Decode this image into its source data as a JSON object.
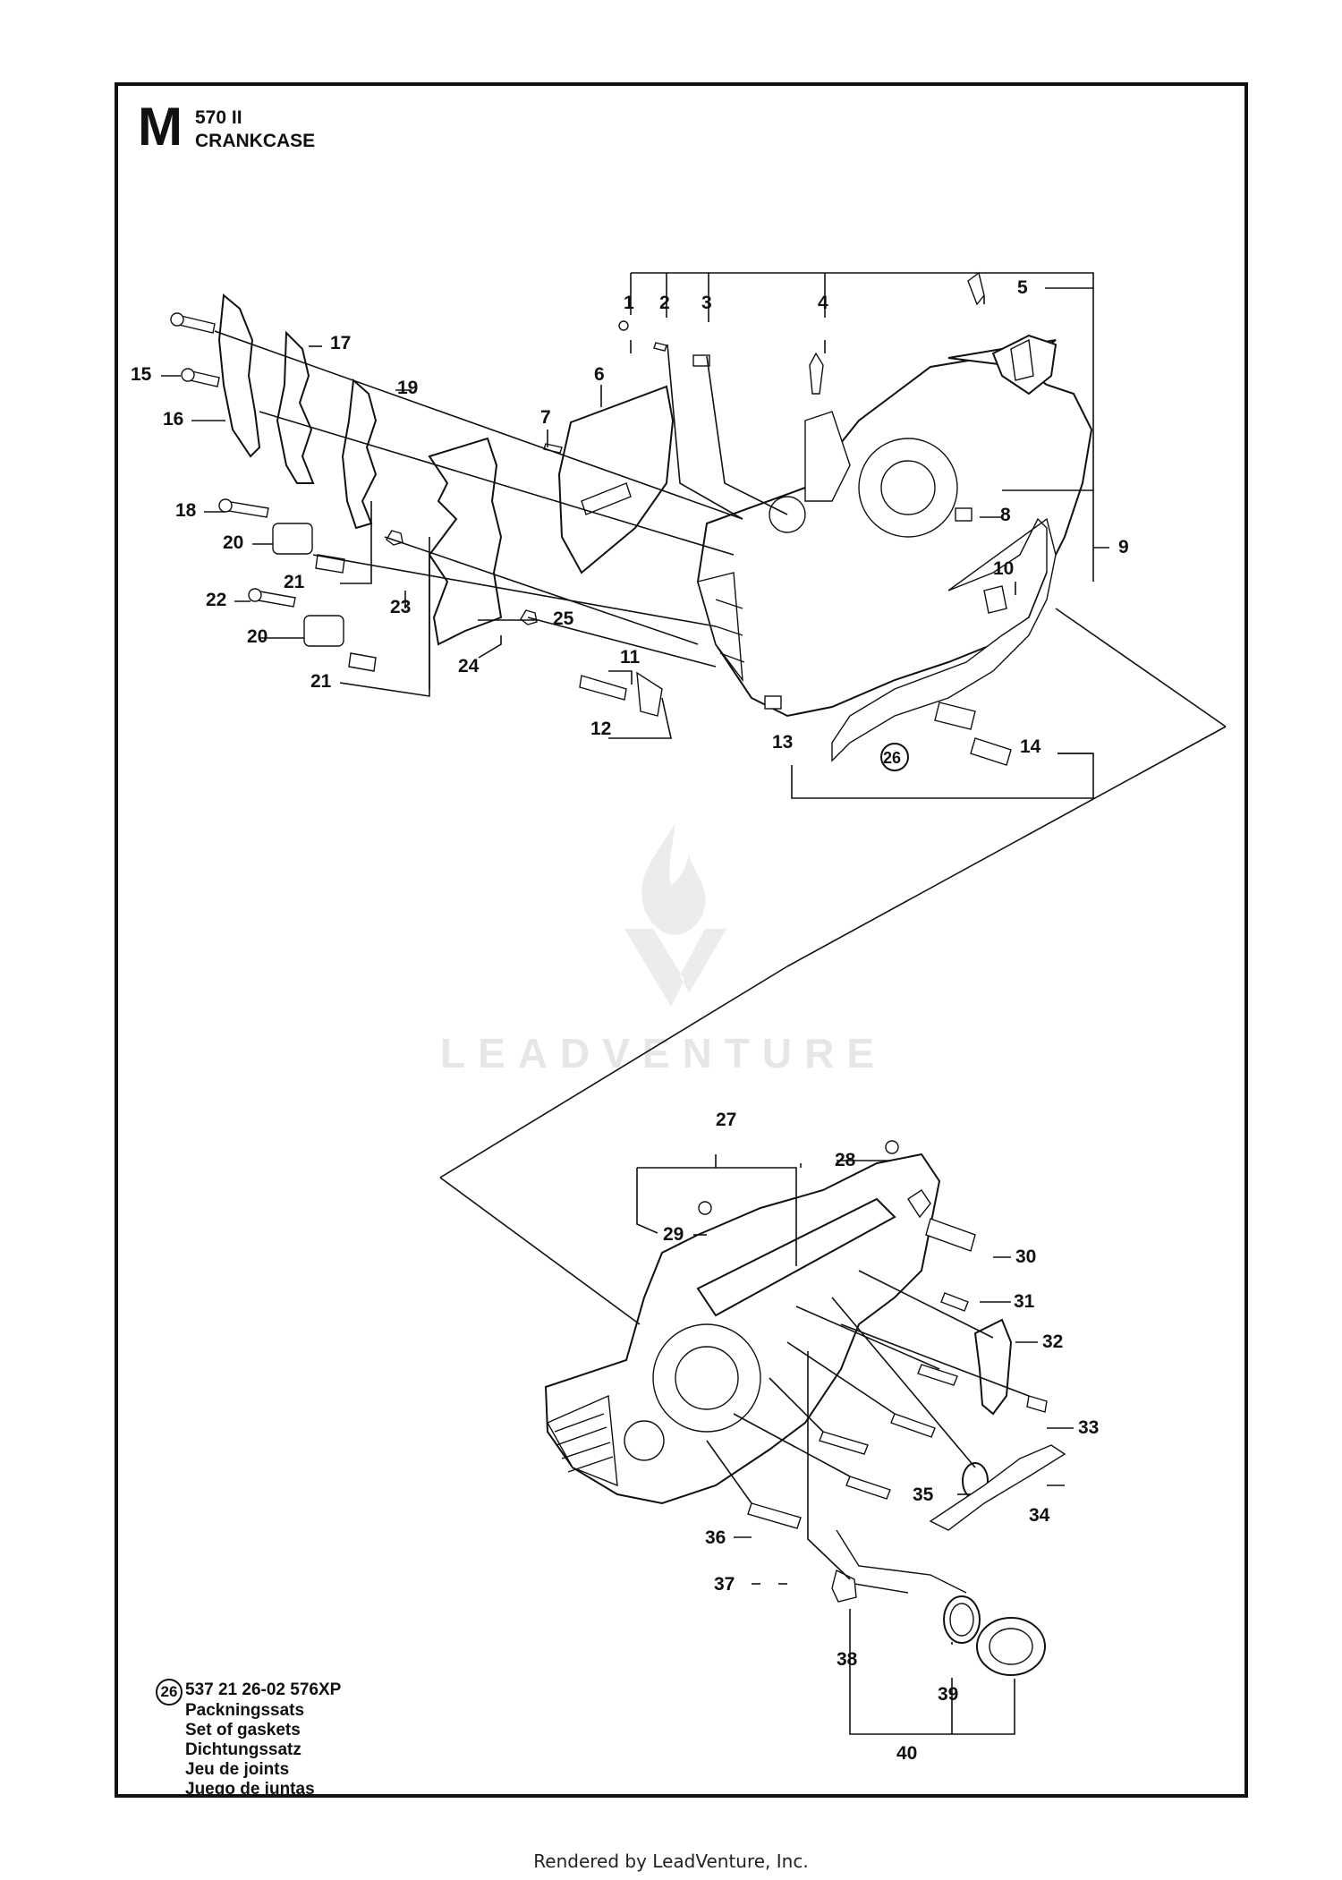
{
  "header": {
    "section_letter": "M",
    "model": "570 II",
    "title": "CRANKCASE"
  },
  "callouts": [
    "1",
    "2",
    "3",
    "4",
    "5",
    "6",
    "7",
    "8",
    "9",
    "10",
    "11",
    "12",
    "13",
    "14",
    "15",
    "16",
    "17",
    "18",
    "19",
    "20",
    "20",
    "21",
    "21",
    "22",
    "23",
    "24",
    "25",
    "26",
    "27",
    "28",
    "29",
    "30",
    "31",
    "32",
    "33",
    "34",
    "35",
    "36",
    "37",
    "38",
    "39",
    "40"
  ],
  "kit": {
    "badge": "26",
    "part_number": "537 21 26-02 576XP",
    "names": [
      "Packningssats",
      "Set of gaskets",
      "Dichtungssatz",
      "Jeu de joints",
      "Juego de juntas"
    ]
  },
  "watermark": "LEADVENTURE",
  "footer": "Rendered by LeadVenture, Inc.",
  "icons": {
    "watermark_logo": "flame-v-logo-icon"
  }
}
